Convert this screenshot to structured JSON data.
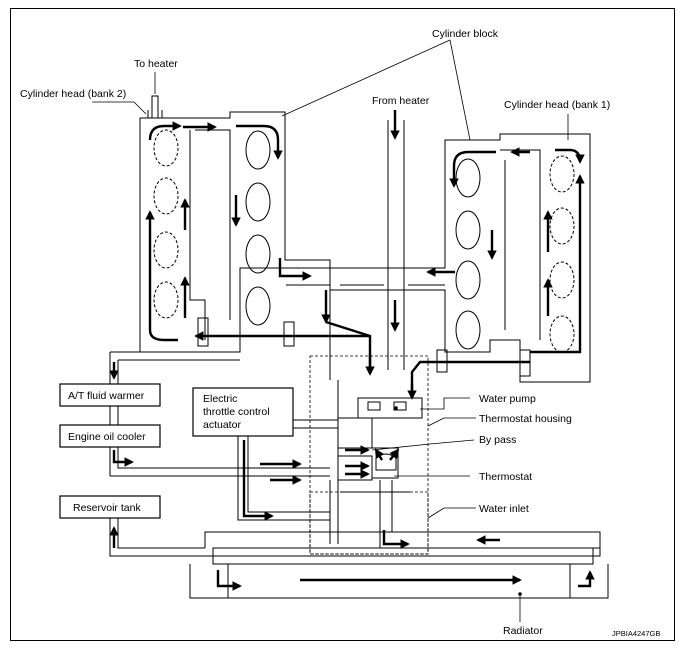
{
  "labels": {
    "to_heater": "To heater",
    "cylinder_head_bank2": "Cylinder head (bank 2)",
    "cylinder_block": "Cylinder block",
    "from_heater": "From heater",
    "cylinder_head_bank1": "Cylinder head (bank 1)",
    "at_fluid_warmer": "A/T fluid warmer",
    "engine_oil_cooler": "Engine oil cooler",
    "reservoir_tank": "Reservoir tank",
    "etc_line1": "Electric",
    "etc_line2": "throttle control",
    "etc_line3": "actuator",
    "water_pump": "Water pump",
    "thermostat_housing": "Thermostat housing",
    "by_pass": "By pass",
    "thermostat": "Thermostat",
    "water_inlet": "Water inlet",
    "radiator": "Radiator",
    "figure_code": "JPBIA4247GB"
  }
}
